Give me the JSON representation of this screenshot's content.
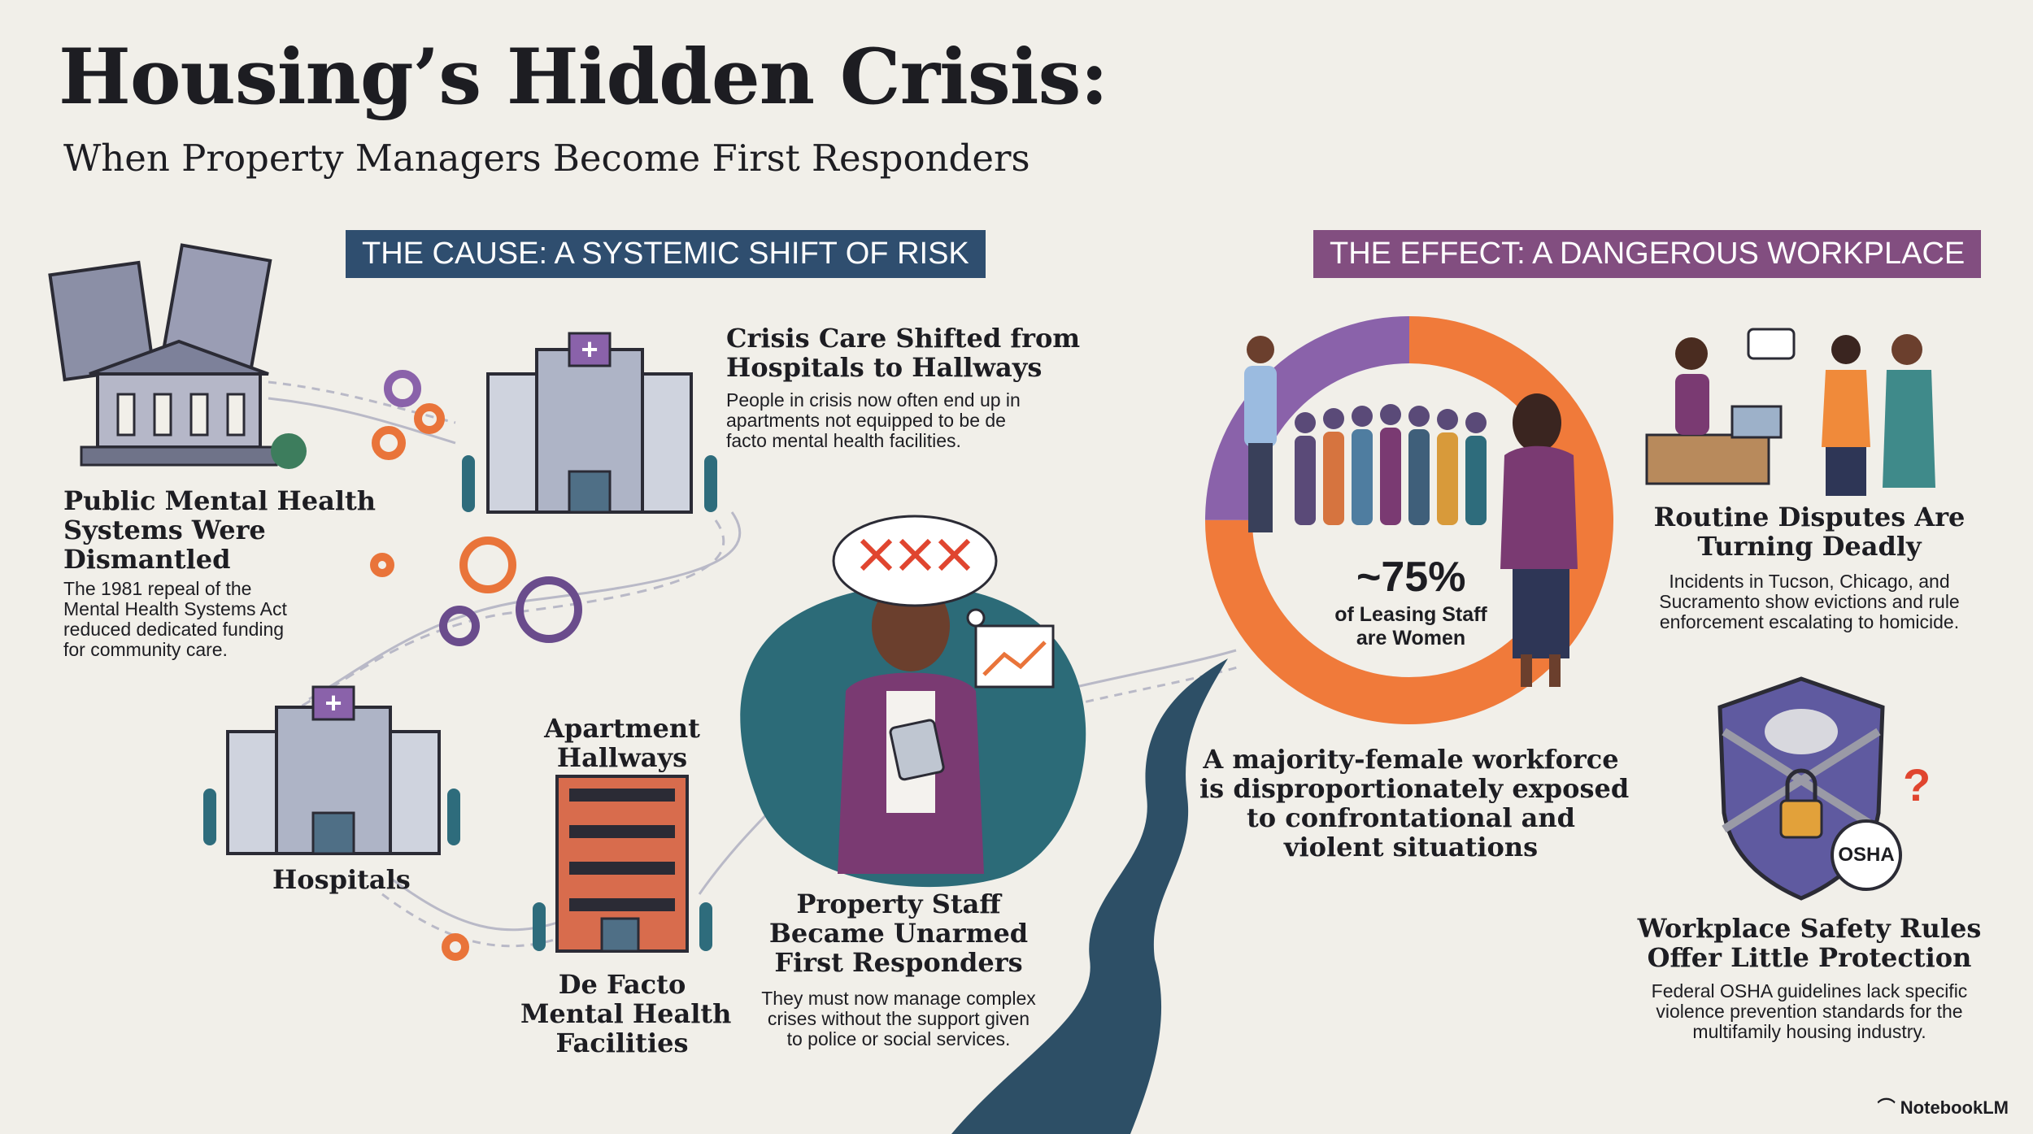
{
  "header": {
    "title": "Housing’s Hidden Crisis:",
    "subtitle": "When Property Managers Become First Responders"
  },
  "cause": {
    "label": "THE CAUSE: A SYSTEMIC SHIFT OF RISK",
    "dismantled": {
      "heading": "Public Mental Health\nSystems Were\nDismantled",
      "body": "The 1981 repeal of the\nMental Health Systems Act\nreduced dedicated funding\nfor community care."
    },
    "shift": {
      "heading": "Crisis Care Shifted from\nHospitals to Hallways",
      "body": "People in crisis now often end up in\napartments not equipped to be de\nfacto mental health facilities."
    },
    "hospitals_label": "Hospitals",
    "apartment_top": "Apartment\nHallways",
    "apartment_bottom": "De Facto\nMental Health\nFacilities",
    "staff": {
      "heading": "Property Staff\nBecame Unarmed\nFirst Responders",
      "body": "They must now manage complex\ncrises without the support given\nto police or social services."
    }
  },
  "effect": {
    "label": "THE EFFECT: A DANGEROUS WORKPLACE",
    "stat": {
      "value": "~75%",
      "label": "of Leasing Staff\nare Women",
      "fraction_women": 0.75
    },
    "workforce": "A majority-female workforce\nis disproportionately exposed\nto confrontational and\nviolent situations",
    "disputes": {
      "heading": "Routine Disputes Are\nTurning Deadly",
      "body": "Incidents in Tucson, Chicago, and\nSucramento show evictions and rule\nenforcement escalating to homicide."
    },
    "safety": {
      "heading": "Workplace Safety Rules\nOffer Little Protection",
      "body": "Federal OSHA guidelines lack specific\nviolence prevention standards for the\nmultifamily housing industry."
    },
    "osha_badge": "OSHA"
  },
  "credit": "NotebookLM",
  "colors": {
    "navy": "#2f4e6f",
    "plum": "#824e80",
    "orange": "#f07a3a",
    "purple": "#8a62aa",
    "teal": "#2e6c7c",
    "background": "#f1efe9"
  }
}
